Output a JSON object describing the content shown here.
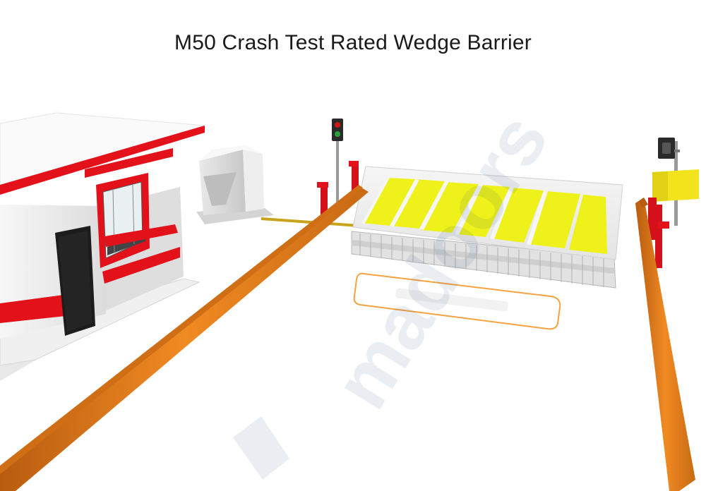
{
  "title": "M50 Crash Test Rated Wedge Barrier",
  "watermark": {
    "logo": "madoors"
  },
  "colors": {
    "booth_trim": "#e3111a",
    "booth_wall": "#f4f4f4",
    "door": "#1c1c1c",
    "wedge_stripe": "#eef21a",
    "boom_arm": "#e8801a",
    "traffic_pole": "#e3111a",
    "ground": "#ffffff"
  },
  "scene": {
    "objects": [
      "guard-booth",
      "control-cabinet",
      "traffic-light",
      "wedge-barrier",
      "boom-barrier-left",
      "boom-barrier-right",
      "floor-marking"
    ]
  }
}
